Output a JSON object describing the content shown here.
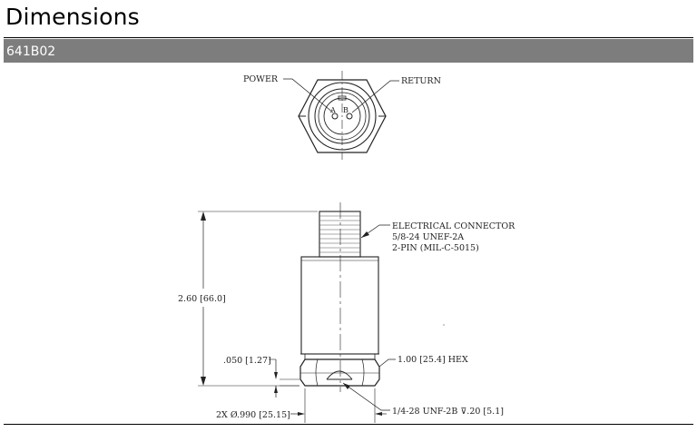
{
  "page": {
    "title": "Dimensions"
  },
  "model": {
    "name": "641B02"
  },
  "top_view": {
    "power_label": "POWER",
    "return_label": "RETURN",
    "pin_a": "A",
    "pin_b": "B"
  },
  "side_view": {
    "connector_line1": "ELECTRICAL CONNECTOR",
    "connector_line2": "5/8-24 UNEF-2A",
    "connector_line3": "2-PIN (MIL-C-5015)",
    "height_dim": "2.60 [66.0]",
    "hex_dim": "1.00 [25.4] HEX",
    "gap_dim": ".050 [1.27]",
    "dia_dim": "2X Ø.990 [25.15]",
    "thread_dim": "1/4-28 UNF-2B ⊽.20 [5.1]"
  }
}
